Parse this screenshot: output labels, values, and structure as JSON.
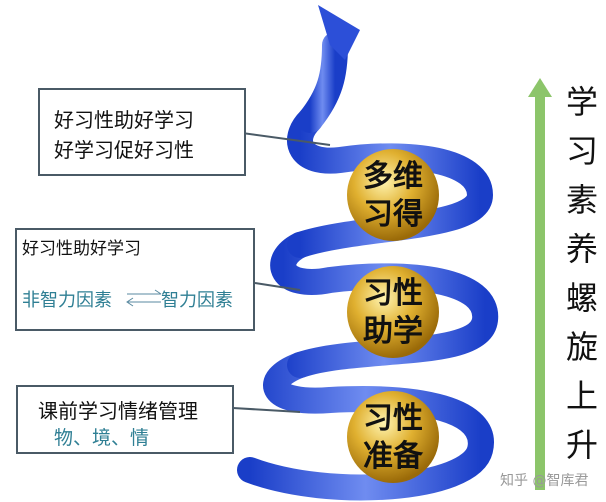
{
  "boxes": [
    {
      "lines": [
        "好习性助好学习",
        "好学习促好习性"
      ]
    },
    {
      "title": "好习性助好学习",
      "left": "非智力因素",
      "right": "智力因素"
    },
    {
      "lines": [
        "课前学习情绪管理",
        "物、境、情"
      ]
    }
  ],
  "stages": [
    {
      "lines": [
        "多维",
        "习得"
      ]
    },
    {
      "lines": [
        "习性",
        "助学"
      ]
    },
    {
      "lines": [
        "习性",
        "准备"
      ]
    }
  ],
  "side_title": [
    "学",
    "习",
    "素",
    "养",
    "螺",
    "旋",
    "上",
    "升"
  ],
  "watermark": "知乎 @智库君",
  "colors": {
    "spiral": "#2c4fd8",
    "arrow": "#8cc56a",
    "ball": "#d9a820",
    "text_teal": "#2f7f94"
  }
}
